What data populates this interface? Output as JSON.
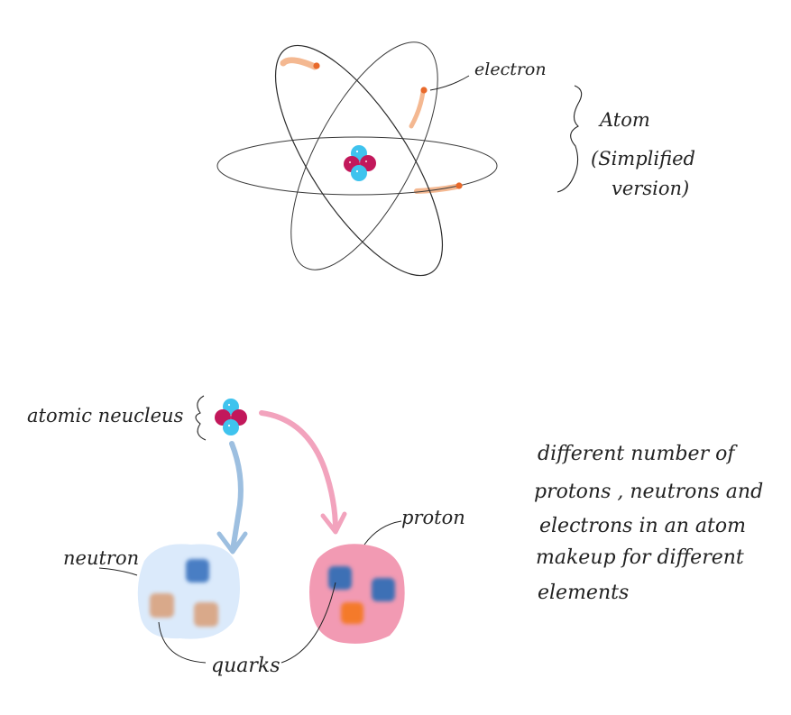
{
  "labels": {
    "electron": "electron",
    "atom_line1": "Atom",
    "atom_line2": "(Simplified",
    "atom_line3": "version)",
    "atomic_nucleus": "atomic neucleus",
    "neutron": "neutron",
    "proton": "proton",
    "quarks": "quarks"
  },
  "note": {
    "lines": [
      "different number of",
      "protons , neutrons and",
      "electrons in an atom",
      "makeup for different",
      "elements"
    ]
  },
  "colors": {
    "orbit_stroke": "#3a3a3a",
    "electron": "#e8692a",
    "electron_trail": "#f4b891",
    "nucleus_proton": "#c2185b",
    "nucleus_neutron": "#3fc3ee",
    "neutron_fill": "#dbeafb",
    "proton_fill": "#f29ab3",
    "quark_blue": "#4a7ec4",
    "quark_tan": "#d9a98a",
    "quark_orange": "#f47a2a",
    "arrow_blue": "#9dbfe0",
    "arrow_pink": "#f2a3bd"
  }
}
